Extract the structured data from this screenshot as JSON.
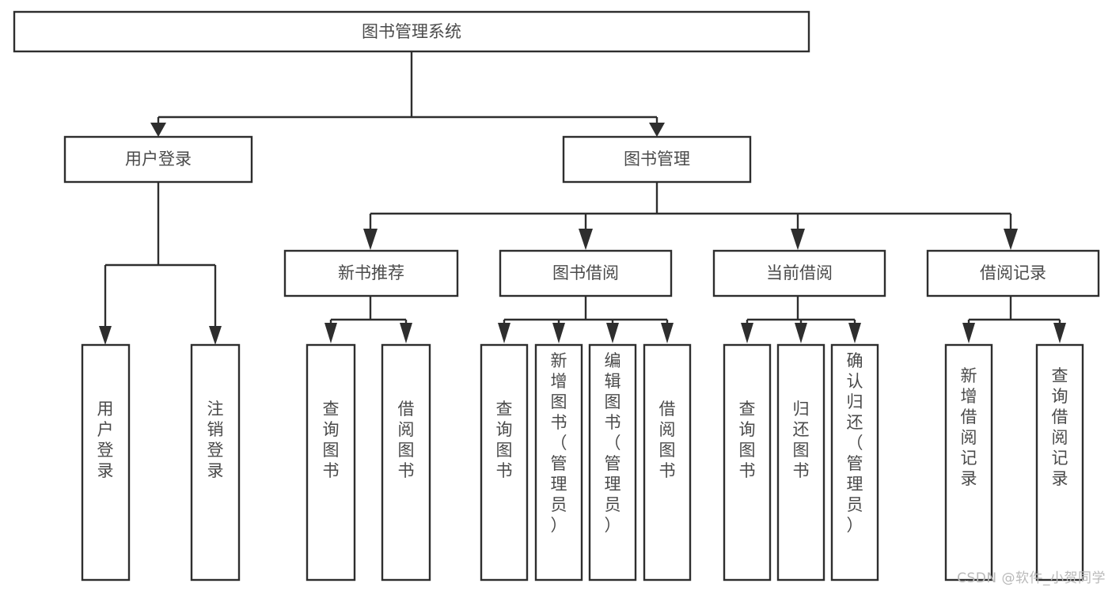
{
  "diagram": {
    "type": "hierarchy-tree",
    "title": "图书管理系统",
    "watermark": "CSDN @软件_小贺同学",
    "colors": {
      "background": "#ffffff",
      "box_stroke": "#2e2e2e",
      "box_fill": "#ffffff",
      "text": "#4a4a4a",
      "watermark_text": "#b9b9b9"
    },
    "levels": {
      "root": {
        "label": "图书管理系统"
      },
      "level1": [
        {
          "id": "user-login",
          "label": "用户登录"
        },
        {
          "id": "book-management",
          "label": "图书管理"
        }
      ],
      "level2": [
        {
          "id": "new-book-recommend",
          "label": "新书推荐",
          "parent": "book-management"
        },
        {
          "id": "book-borrow",
          "label": "图书借阅",
          "parent": "book-management"
        },
        {
          "id": "current-borrow",
          "label": "当前借阅",
          "parent": "book-management"
        },
        {
          "id": "borrow-record",
          "label": "借阅记录",
          "parent": "book-management"
        }
      ],
      "leaves": [
        {
          "id": "leaf-user-login",
          "label": "用户登录",
          "parent": "user-login"
        },
        {
          "id": "leaf-user-logout",
          "label": "注销登录",
          "parent": "user-login"
        },
        {
          "id": "leaf-query-book-1",
          "label": "查询图书",
          "parent": "new-book-recommend"
        },
        {
          "id": "leaf-borrow-book-1",
          "label": "借阅图书",
          "parent": "new-book-recommend"
        },
        {
          "id": "leaf-query-book-2",
          "label": "查询图书",
          "parent": "book-borrow"
        },
        {
          "id": "leaf-add-book",
          "label": "新增图书（管理员）",
          "parent": "book-borrow"
        },
        {
          "id": "leaf-edit-book",
          "label": "编辑图书（管理员）",
          "parent": "book-borrow"
        },
        {
          "id": "leaf-borrow-book-2",
          "label": "借阅图书",
          "parent": "book-borrow"
        },
        {
          "id": "leaf-query-book-3",
          "label": "查询图书",
          "parent": "current-borrow"
        },
        {
          "id": "leaf-return-book",
          "label": "归还图书",
          "parent": "current-borrow"
        },
        {
          "id": "leaf-confirm-return",
          "label": "确认归还（管理员）",
          "parent": "current-borrow"
        },
        {
          "id": "leaf-add-record",
          "label": "新增借阅记录",
          "parent": "borrow-record"
        },
        {
          "id": "leaf-query-record",
          "label": "查询借阅记录",
          "parent": "borrow-record"
        }
      ]
    }
  }
}
